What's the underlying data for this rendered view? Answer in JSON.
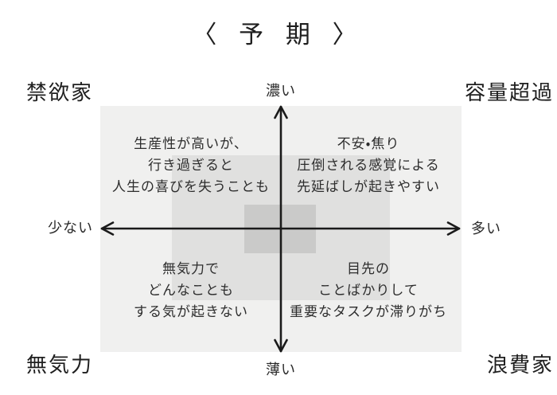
{
  "title": "〈 予 期 〉",
  "corners": {
    "top_left": "禁欲家",
    "top_right": "容量超過",
    "bottom_left": "無気力",
    "bottom_right": "浪費家"
  },
  "axis_labels": {
    "top": "濃い",
    "bottom": "薄い",
    "left": "少ない",
    "right": "多い"
  },
  "quadrants": {
    "top_left": [
      "生産性が高いが、",
      "行き過ぎると",
      "人生の喜びを失うことも"
    ],
    "top_right": [
      "不安・焦り",
      "圧倒される感覚による",
      "先延ばしが起きやすい"
    ],
    "bottom_left": [
      "無気力で",
      "どんなことも",
      "する気が起きない"
    ],
    "bottom_right": [
      "目先の",
      "ことばかりして",
      "重要なタスクが滞りがち"
    ]
  },
  "colors": {
    "background": "#ffffff",
    "zone_outer": "#f0f0ef",
    "zone_middle": "#e0e0df",
    "zone_inner": "#cacac9",
    "axis": "#1a1a1a",
    "text": "#2d2d2d"
  }
}
